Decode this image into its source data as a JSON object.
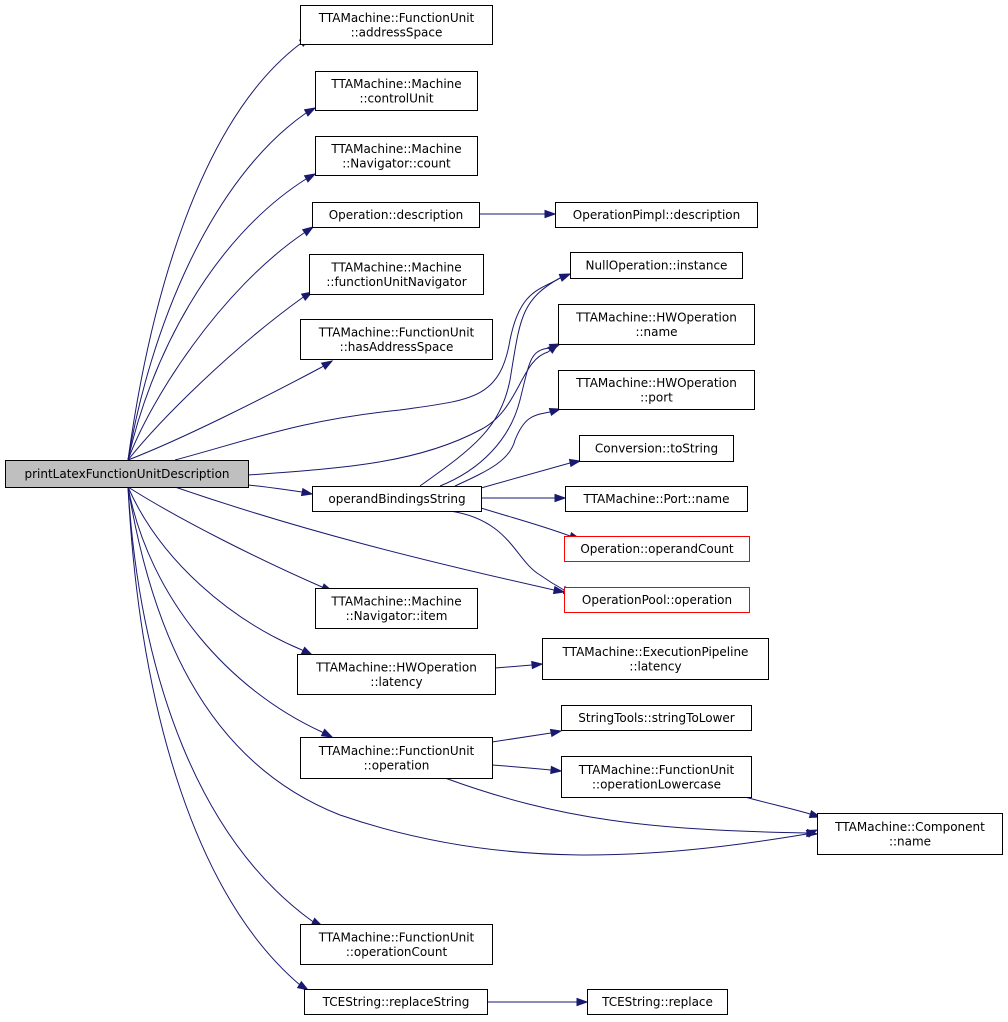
{
  "diagram": {
    "edge_color": "#191970",
    "root_fill": "#bfbfbf",
    "highlight_border": "#ff0000",
    "nodes": [
      {
        "id": "root",
        "lines": [
          "printLatexFunctionUnitDescription"
        ],
        "style": "root"
      },
      {
        "id": "fu_addressSpace",
        "lines": [
          "TTAMachine::FunctionUnit",
          "::addressSpace"
        ]
      },
      {
        "id": "m_controlUnit",
        "lines": [
          "TTAMachine::Machine",
          "::controlUnit"
        ]
      },
      {
        "id": "nav_count",
        "lines": [
          "TTAMachine::Machine",
          "::Navigator::count"
        ]
      },
      {
        "id": "op_description",
        "lines": [
          "Operation::description"
        ]
      },
      {
        "id": "opimpl_description",
        "lines": [
          "OperationPimpl::description"
        ]
      },
      {
        "id": "m_fuNavigator",
        "lines": [
          "TTAMachine::Machine",
          "::functionUnitNavigator"
        ]
      },
      {
        "id": "fu_hasAddressSpace",
        "lines": [
          "TTAMachine::FunctionUnit",
          "::hasAddressSpace"
        ]
      },
      {
        "id": "nullop_instance",
        "lines": [
          "NullOperation::instance"
        ]
      },
      {
        "id": "hwop_name",
        "lines": [
          "TTAMachine::HWOperation",
          "::name"
        ]
      },
      {
        "id": "hwop_port",
        "lines": [
          "TTAMachine::HWOperation",
          "::port"
        ]
      },
      {
        "id": "conv_toString",
        "lines": [
          "Conversion::toString"
        ]
      },
      {
        "id": "operandBindingsString",
        "lines": [
          "operandBindingsString"
        ]
      },
      {
        "id": "port_name",
        "lines": [
          "TTAMachine::Port::name"
        ]
      },
      {
        "id": "op_operandCount",
        "lines": [
          "Operation::operandCount"
        ],
        "style": "red"
      },
      {
        "id": "nav_item",
        "lines": [
          "TTAMachine::Machine",
          "::Navigator::item"
        ]
      },
      {
        "id": "oppool_operation",
        "lines": [
          "OperationPool::operation"
        ],
        "style": "red"
      },
      {
        "id": "hwop_latency",
        "lines": [
          "TTAMachine::HWOperation",
          "::latency"
        ]
      },
      {
        "id": "pipe_latency",
        "lines": [
          "TTAMachine::ExecutionPipeline",
          "::latency"
        ]
      },
      {
        "id": "str_toLower",
        "lines": [
          "StringTools::stringToLower"
        ]
      },
      {
        "id": "fu_operation",
        "lines": [
          "TTAMachine::FunctionUnit",
          "::operation"
        ]
      },
      {
        "id": "fu_opLowercase",
        "lines": [
          "TTAMachine::FunctionUnit",
          "::operationLowercase"
        ]
      },
      {
        "id": "comp_name",
        "lines": [
          "TTAMachine::Component",
          "::name"
        ]
      },
      {
        "id": "fu_operationCount",
        "lines": [
          "TTAMachine::FunctionUnit",
          "::operationCount"
        ]
      },
      {
        "id": "tce_replaceString",
        "lines": [
          "TCEString::replaceString"
        ]
      },
      {
        "id": "tce_replace",
        "lines": [
          "TCEString::replace"
        ]
      }
    ],
    "edges": [
      {
        "from": "root",
        "to": "fu_addressSpace"
      },
      {
        "from": "root",
        "to": "m_controlUnit"
      },
      {
        "from": "root",
        "to": "nav_count"
      },
      {
        "from": "root",
        "to": "op_description"
      },
      {
        "from": "root",
        "to": "m_fuNavigator"
      },
      {
        "from": "root",
        "to": "fu_hasAddressSpace"
      },
      {
        "from": "root",
        "to": "nullop_instance"
      },
      {
        "from": "root",
        "to": "hwop_name"
      },
      {
        "from": "root",
        "to": "operandBindingsString"
      },
      {
        "from": "root",
        "to": "oppool_operation"
      },
      {
        "from": "root",
        "to": "nav_item"
      },
      {
        "from": "root",
        "to": "hwop_latency"
      },
      {
        "from": "root",
        "to": "fu_operation"
      },
      {
        "from": "root",
        "to": "comp_name"
      },
      {
        "from": "root",
        "to": "fu_operationCount"
      },
      {
        "from": "root",
        "to": "tce_replaceString"
      },
      {
        "from": "op_description",
        "to": "opimpl_description"
      },
      {
        "from": "operandBindingsString",
        "to": "nullop_instance"
      },
      {
        "from": "operandBindingsString",
        "to": "hwop_name"
      },
      {
        "from": "operandBindingsString",
        "to": "hwop_port"
      },
      {
        "from": "operandBindingsString",
        "to": "conv_toString"
      },
      {
        "from": "operandBindingsString",
        "to": "port_name"
      },
      {
        "from": "operandBindingsString",
        "to": "op_operandCount"
      },
      {
        "from": "operandBindingsString",
        "to": "oppool_operation"
      },
      {
        "from": "hwop_latency",
        "to": "pipe_latency"
      },
      {
        "from": "fu_operation",
        "to": "str_toLower"
      },
      {
        "from": "fu_operation",
        "to": "fu_opLowercase"
      },
      {
        "from": "fu_operation",
        "to": "comp_name"
      },
      {
        "from": "fu_opLowercase",
        "to": "comp_name"
      },
      {
        "from": "tce_replaceString",
        "to": "tce_replace"
      }
    ]
  }
}
